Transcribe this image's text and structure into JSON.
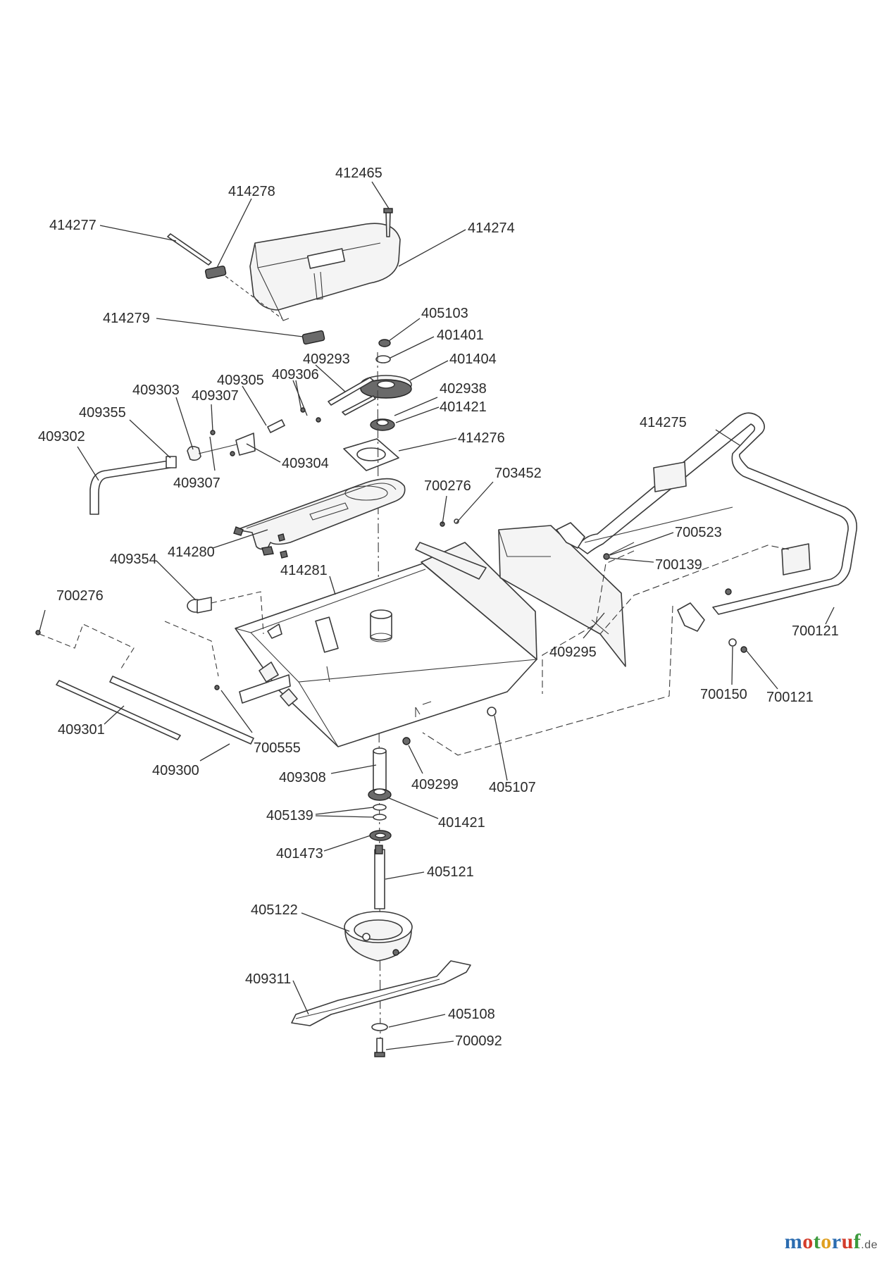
{
  "labels": [
    "412465",
    "414278",
    "414277",
    "414274",
    "414279",
    "405103",
    "401401",
    "409293",
    "401404",
    "409306",
    "409305",
    "409303",
    "409307",
    "402938",
    "401421",
    "409355",
    "409302",
    "414276",
    "409304",
    "409307",
    "414275",
    "703452",
    "700276",
    "700523",
    "414280",
    "700139",
    "409354",
    "414281",
    "700276",
    "409295",
    "700121",
    "700150",
    "700121",
    "409301",
    "700555",
    "409300",
    "409308",
    "409299",
    "405107",
    "405139",
    "401421",
    "401473",
    "405121",
    "405122",
    "409311",
    "405108",
    "700092"
  ],
  "watermark": {
    "letters": [
      "m",
      "o",
      "t",
      "o",
      "r",
      "u",
      "f"
    ],
    "tld": ".de"
  }
}
